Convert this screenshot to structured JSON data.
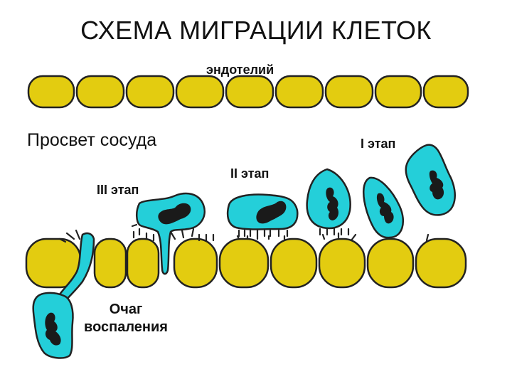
{
  "title": "СХЕМА МИГРАЦИИ КЛЕТОК",
  "labels": {
    "endothelium": "эндотелий",
    "lumen": "Просвет сосуда",
    "stage_1": "I этап",
    "stage_2": "II этап",
    "stage_3": "III этап",
    "focus_line1": "Очаг",
    "focus_line2": "воспаления"
  },
  "colors": {
    "endothelial_cell": "#E3CC10",
    "leukocyte": "#24CFD9",
    "nucleus": "#1a1a1a",
    "outline": "#222222"
  }
}
